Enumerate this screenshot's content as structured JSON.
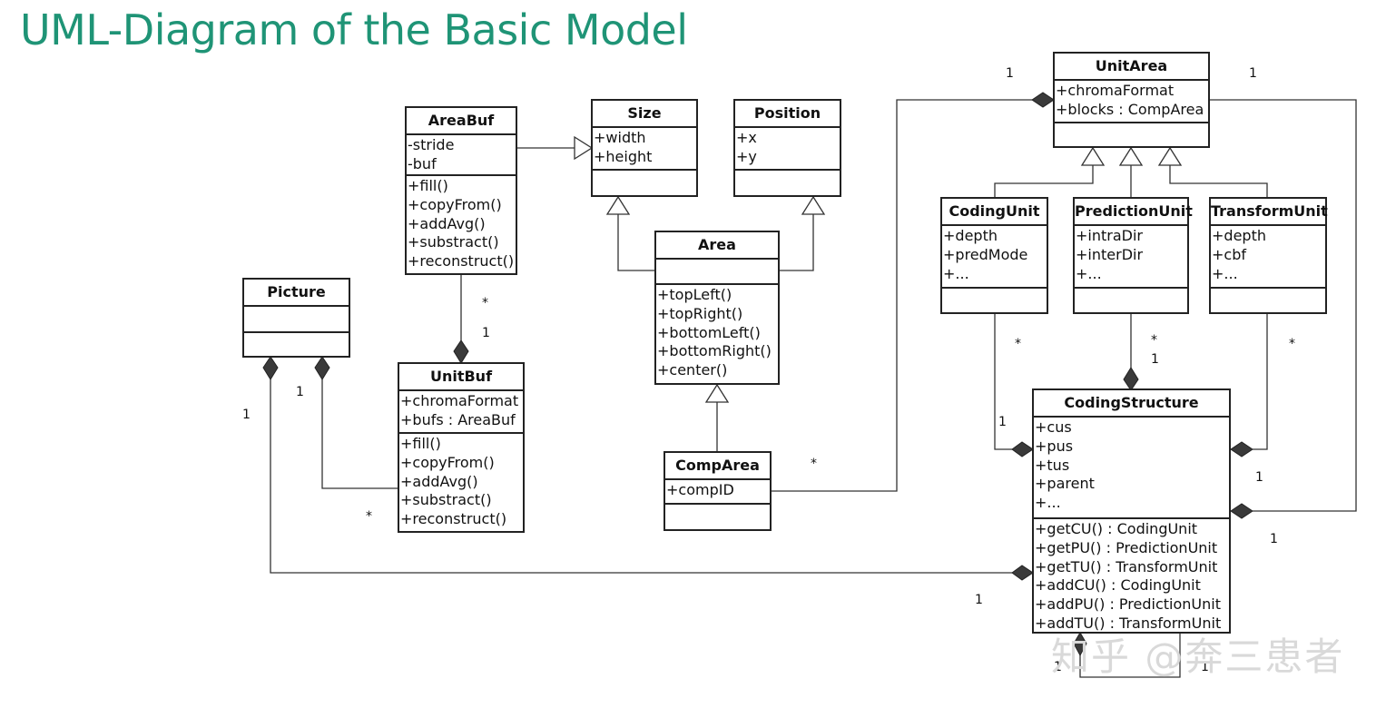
{
  "title": "UML-Diagram of the Basic Model",
  "watermark": "知乎 @奔三患者",
  "classes": {
    "areabuf": {
      "name": "AreaBuf",
      "attributes": [
        "-stride",
        "-buf"
      ],
      "methods": [
        "+fill()",
        "+copyFrom()",
        "+addAvg()",
        "+substract()",
        "+reconstruct()"
      ]
    },
    "size": {
      "name": "Size",
      "attributes": [
        "+width",
        "+height"
      ],
      "methods": []
    },
    "position": {
      "name": "Position",
      "attributes": [
        "+x",
        "+y"
      ],
      "methods": []
    },
    "area": {
      "name": "Area",
      "attributes": [],
      "methods": [
        "+topLeft()",
        "+topRight()",
        "+bottomLeft()",
        "+bottomRight()",
        "+center()"
      ]
    },
    "comparea": {
      "name": "CompArea",
      "attributes": [
        "+compID"
      ],
      "methods": []
    },
    "picture": {
      "name": "Picture",
      "attributes": [],
      "methods": []
    },
    "unitbuf": {
      "name": "UnitBuf",
      "attributes": [
        "+chromaFormat",
        "+bufs : AreaBuf"
      ],
      "methods": [
        "+fill()",
        "+copyFrom()",
        "+addAvg()",
        "+substract()",
        "+reconstruct()"
      ]
    },
    "unitarea": {
      "name": "UnitArea",
      "attributes": [
        "+chromaFormat",
        "+blocks : CompArea"
      ],
      "methods": []
    },
    "codingunit": {
      "name": "CodingUnit",
      "attributes": [
        "+depth",
        "+predMode",
        "+..."
      ],
      "methods": []
    },
    "predictionunit": {
      "name": "PredictionUnit",
      "attributes": [
        "+intraDir",
        "+interDir",
        "+..."
      ],
      "methods": []
    },
    "transformunit": {
      "name": "TransformUnit",
      "attributes": [
        "+depth",
        "+cbf",
        "+..."
      ],
      "methods": []
    },
    "codingstructure": {
      "name": "CodingStructure",
      "attributes": [
        "+cus",
        "+pus",
        "+tus",
        "+parent",
        "+..."
      ],
      "methods": [
        "+getCU() : CodingUnit",
        "+getPU() : PredictionUnit",
        "+getTU() : TransformUnit",
        "+addCU() : CodingUnit",
        "+addPU() : PredictionUnit",
        "+addTU() : TransformUnit"
      ]
    }
  },
  "multiplicities": {
    "areabuf_star": "*",
    "unitbuf_one": "1",
    "picture_one_a": "1",
    "picture_one_b": "1",
    "unitbuf_star": "*",
    "unitarea_one_left": "1",
    "unitarea_one_right": "1",
    "comparea_star": "*",
    "cu_star": "*",
    "pu_star": "*",
    "tu_star": "*",
    "cs_one_cu": "1",
    "cs_one_pu": "1",
    "cs_one_tu": "1",
    "cs_one_ua": "1",
    "cs_one_pic": "1",
    "cs_self_left": "1",
    "cs_self_right": "1"
  }
}
